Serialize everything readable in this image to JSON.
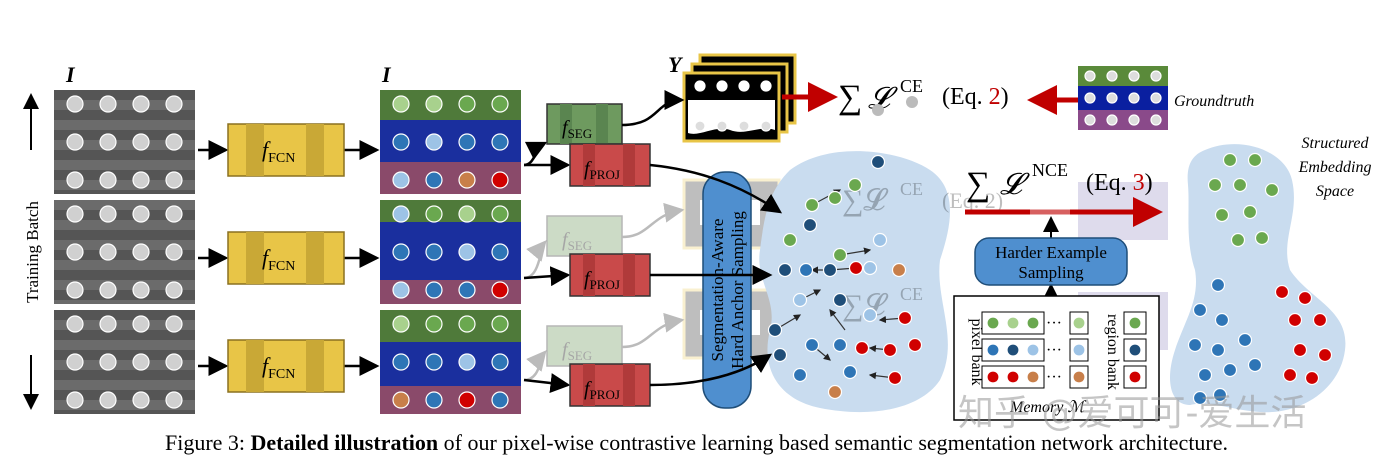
{
  "labels": {
    "image_left": "I",
    "image_mid": "I",
    "label_y": "Y",
    "training_batch": "Training Batch",
    "fcn_main": "f",
    "fcn_sub": "FCN",
    "seg_main": "f",
    "seg_sub": "SEG",
    "proj_main": "f",
    "proj_sub": "PROJ",
    "anchor_sampling_line1": "Segmentation-Aware",
    "anchor_sampling_line2": "Hard Anchor Sampling",
    "loss_ce_sum": "∑",
    "loss_ce_symbol": "𝓛",
    "loss_ce_sup": "CE",
    "loss_ce_ref_pre": "(Eq. ",
    "loss_ce_ref_num": "2",
    "loss_ce_ref_post": ")",
    "loss_nce_sum": "∑",
    "loss_nce_symbol": "𝓛",
    "loss_nce_sup": "NCE",
    "loss_nce_ref_pre": "(Eq. ",
    "loss_nce_ref_num": "3",
    "loss_nce_ref_post": ")",
    "groundtruth": "Groundtruth",
    "harder_line1": "Harder Example",
    "harder_line2": "Sampling",
    "pixel_bank": "pixel bank",
    "region_bank": "region bank",
    "memory": "Memory ℳ",
    "ellipsis": "···",
    "space_line1": "Structured",
    "space_line2": "Embedding",
    "space_line3": "Space"
  },
  "caption": {
    "prefix": "Figure 3: ",
    "bold": "Detailed illustration",
    "rest": " of our pixel-wise contrastive learning based semantic segmentation network architecture."
  },
  "watermark": "知乎 @爱可可-爱生活",
  "colors": {
    "fcn_fill": "#e8c547",
    "seg_fill": "#6e9a5f",
    "proj_fill": "#c94a4a",
    "arrow_red": "#c00000",
    "blob": "#c9dcef",
    "sampling_fill": "#4f8fcf",
    "green": "#6aa84f",
    "blue": "#2e75b6",
    "red": "#d00000",
    "navy": "#1f4e79"
  }
}
